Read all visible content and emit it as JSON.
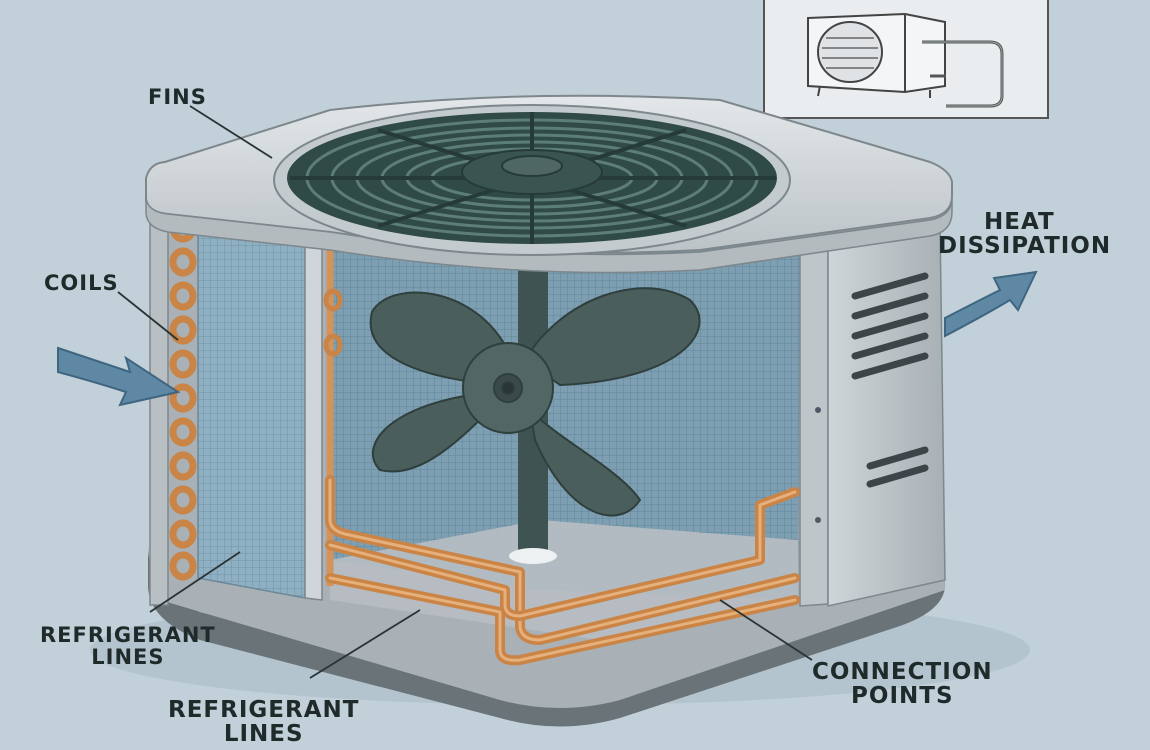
{
  "colors": {
    "background": "#c2d0d9",
    "housing": "#c9cfd3",
    "housing_dark": "#9aa3a9",
    "fan": "#3f5452",
    "grille": "#40605c",
    "coil_mesh": "#8fb0c2",
    "copper": "#d3935a",
    "arrow": "#5f88a4"
  },
  "labels": {
    "fins": "FINS",
    "coils": "COILS",
    "heat_line1": "HEAT",
    "heat_line2": "DISSIPATION",
    "refrigerant_left_line1": "REFRIGERANT",
    "refrigerant_left_line2": "LINES",
    "refrigerant_bottom_line1": "REFRIGERANT",
    "refrigerant_bottom_line2": "LINES",
    "connection_line1": "CONNECTION",
    "connection_line2": "POINTS"
  },
  "icons": {
    "inset": "outdoor-unit-icon",
    "fan": "fan-icon",
    "airflow_in": "arrow-right-icon",
    "airflow_out": "curved-arrow-up-right-icon"
  }
}
